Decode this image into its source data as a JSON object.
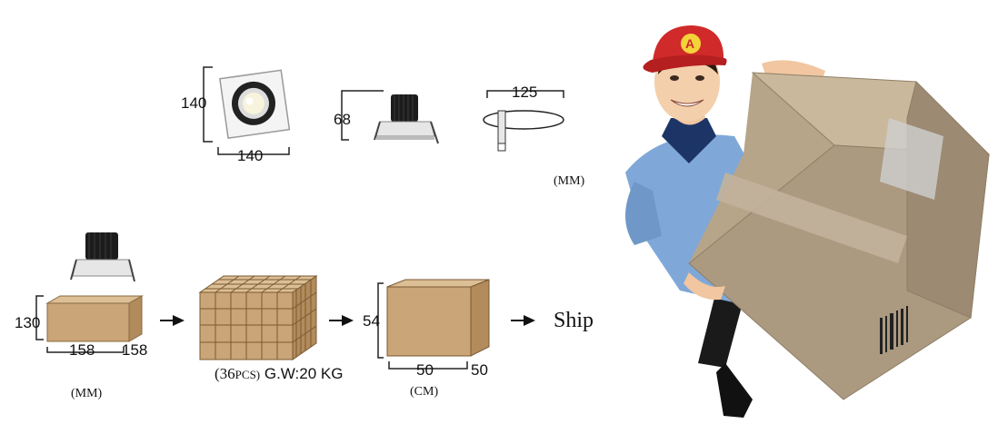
{
  "product": {
    "front_height": "140",
    "front_width": "140",
    "side_height": "68",
    "cutout_diameter": "125",
    "unit": "(MM)"
  },
  "packing": {
    "box_height": "130",
    "box_width": "158",
    "box_depth": "158",
    "box_unit": "(MM)",
    "carton_qty_open": "(36",
    "carton_qty_pcs": "PCS)",
    "carton_weight": " G.W:20 KG",
    "outer_height": "54",
    "outer_width": "50",
    "outer_depth": "50",
    "outer_unit": "(CM)",
    "final_label": "Ship"
  },
  "colors": {
    "box": "#c9a577",
    "box_side": "#b28b5c",
    "box_top": "#dcbf95",
    "courier_box": "#b7a58a",
    "courier_cap": "#d02a2a",
    "courier_shirt": "#7fa8d8"
  }
}
